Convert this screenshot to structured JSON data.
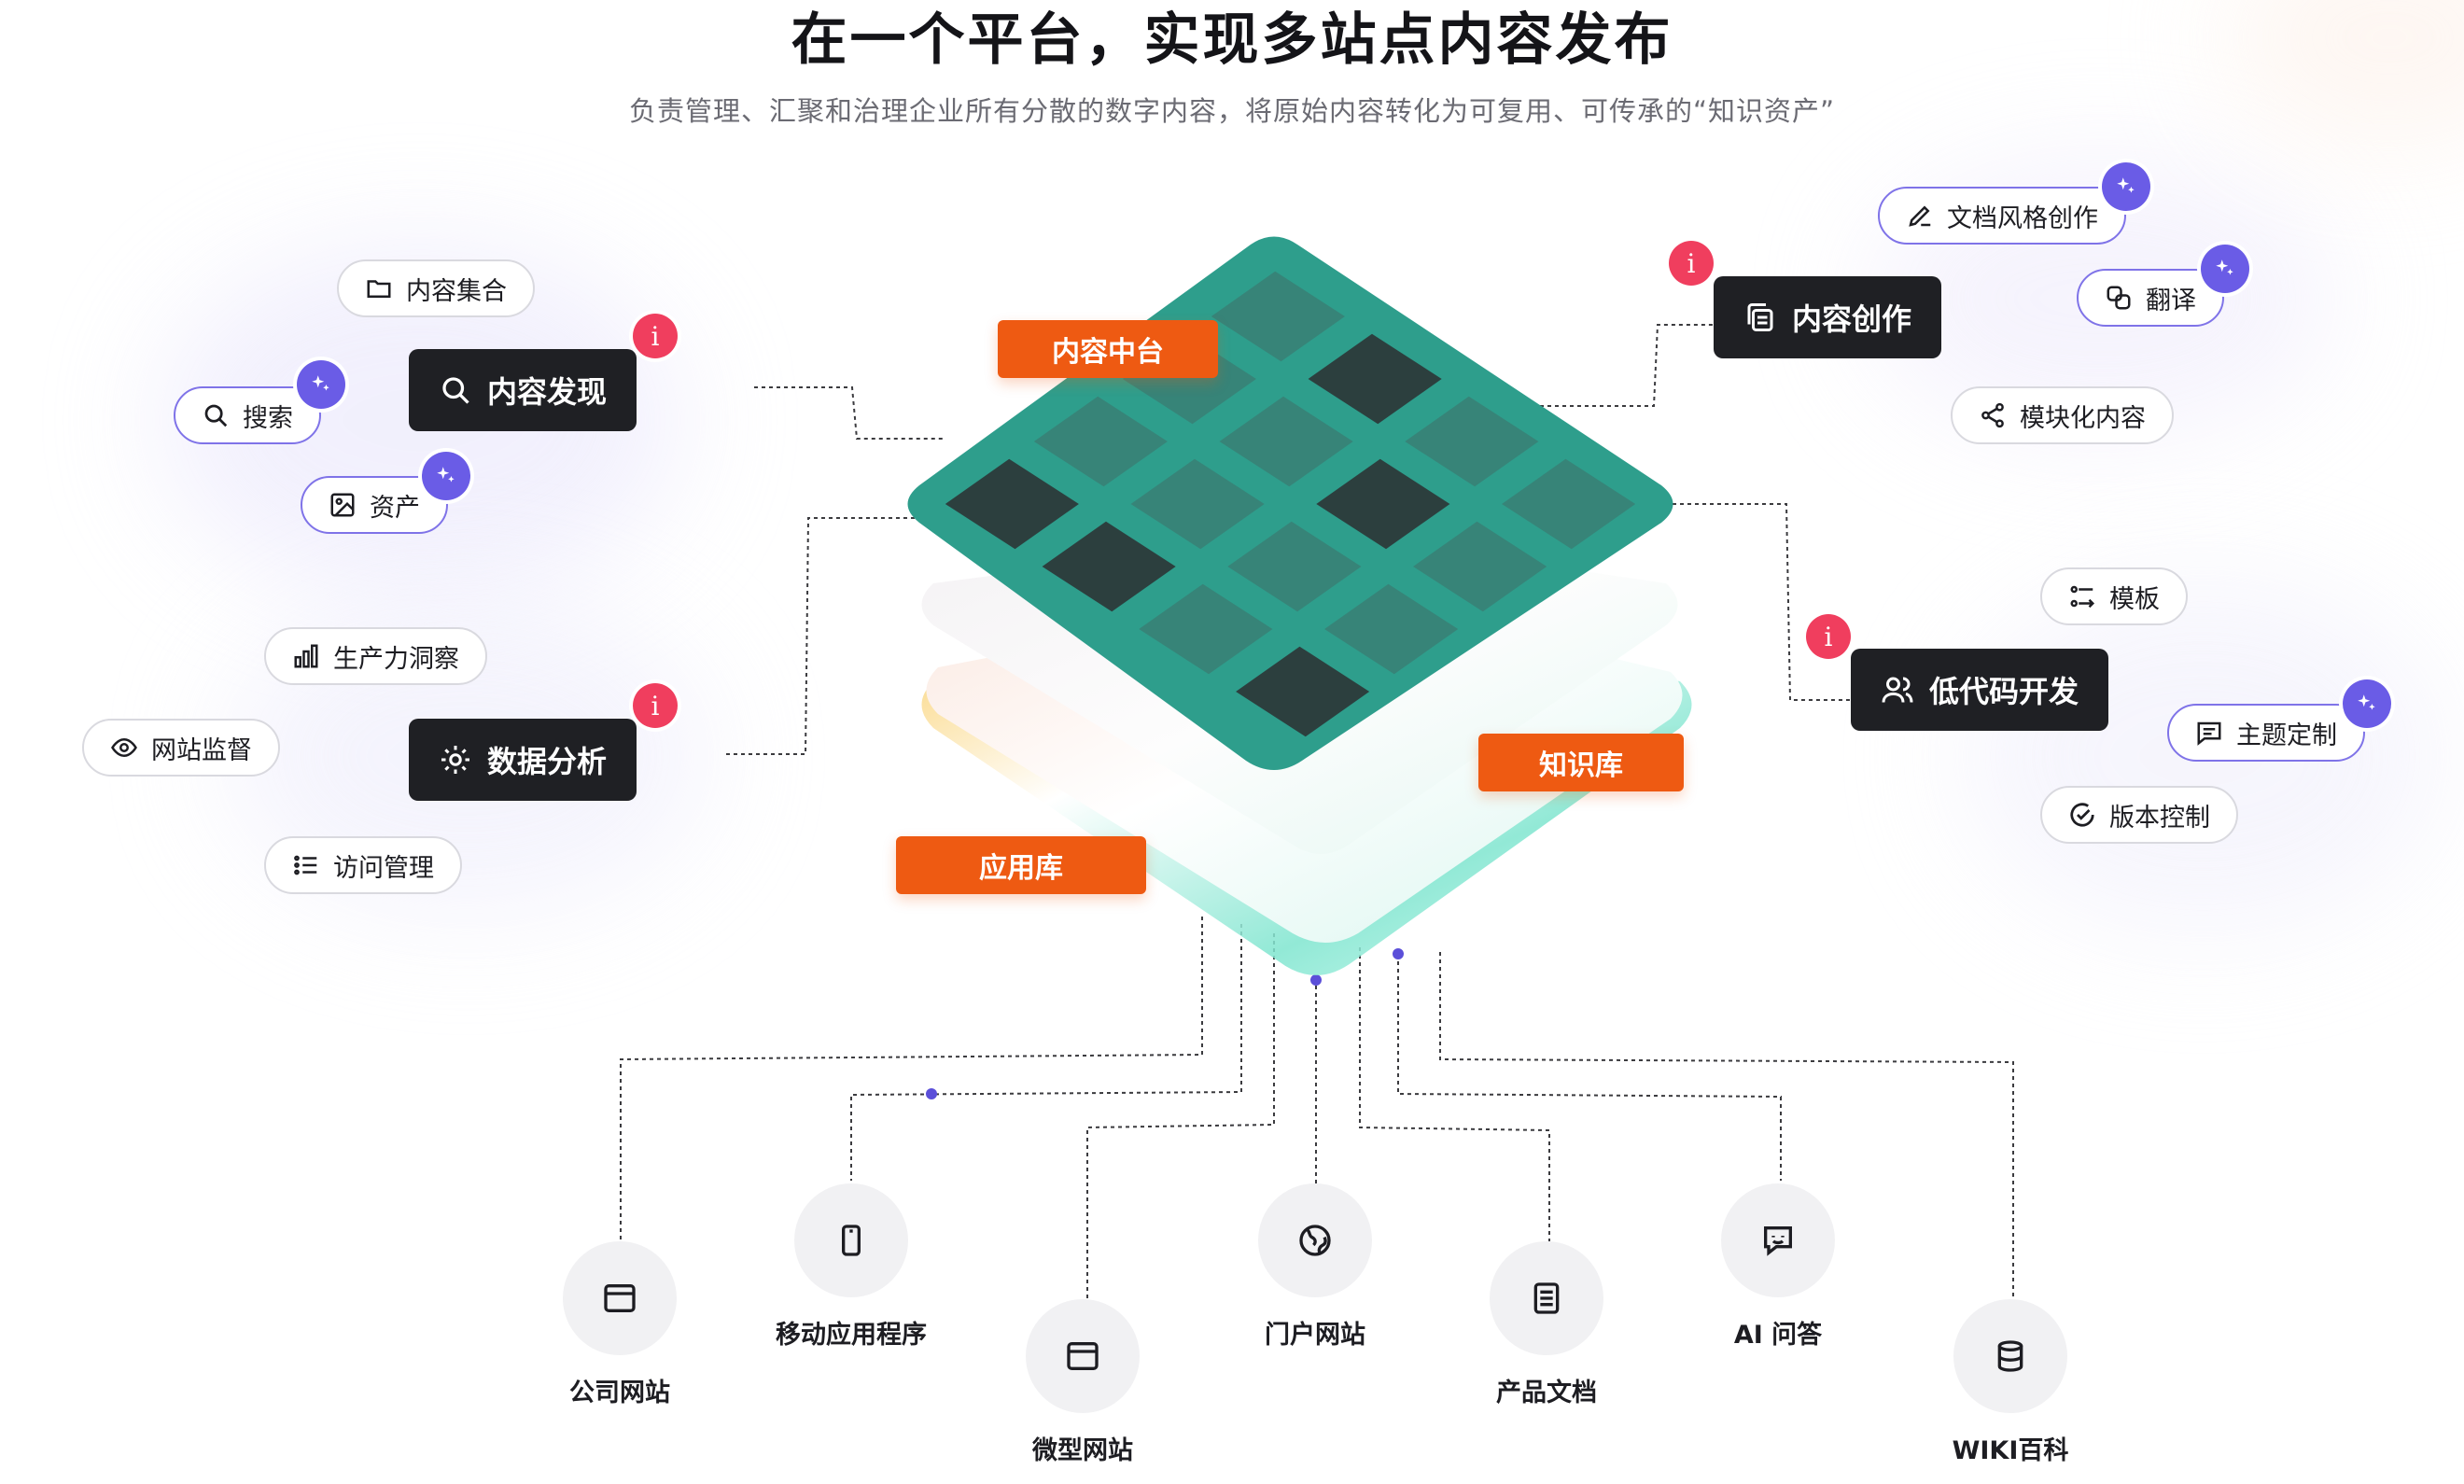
{
  "header": {
    "title": "在一个平台，实现多站点内容发布",
    "subtitle": "负责管理、汇聚和治理企业所有分散的数字内容，将原始内容转化为可复用、可传承的“知识资产”"
  },
  "center": {
    "tags": {
      "content_hub": "内容中台",
      "knowledge_base": "知识库",
      "app_library": "应用库"
    }
  },
  "left_top": {
    "hub": "内容发现",
    "items": [
      "内容集合",
      "搜索",
      "资产"
    ]
  },
  "left_bottom": {
    "hub": "数据分析",
    "items": [
      "生产力洞察",
      "网站监督",
      "访问管理"
    ]
  },
  "right_top": {
    "hub": "内容创作",
    "items": [
      "文档风格创作",
      "翻译",
      "模块化内容"
    ]
  },
  "right_bottom": {
    "hub": "低代码开发",
    "items": [
      "模板",
      "主题定制",
      "版本控制"
    ]
  },
  "info_glyph": "i",
  "outputs": [
    "公司网站",
    "移动应用程序",
    "微型网站",
    "门户网站",
    "产品文档",
    "AI 问答",
    "WIKI百科"
  ],
  "colors": {
    "accent_orange": "#ee5a12",
    "grid_teal": "#2e9e8c",
    "ai_badge": "#6a5ce6",
    "info_badge": "#f03e5e",
    "dark_button": "#1f2024"
  }
}
